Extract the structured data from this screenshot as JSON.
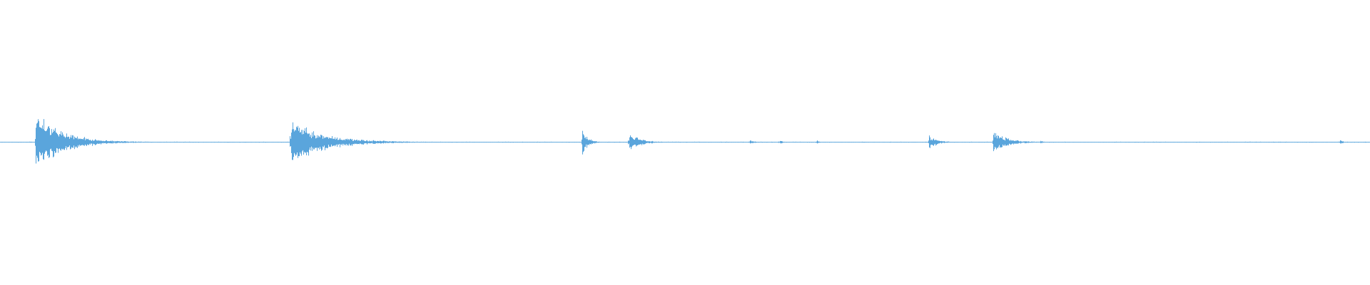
{
  "waveform": {
    "color": "#5aa5dc",
    "background": "#ffffff",
    "peak_scale": 1.0,
    "events": [
      {
        "time": 0.026,
        "peak": 0.82,
        "decay": 0.02
      },
      {
        "time": 0.212,
        "peak": 0.62,
        "decay": 0.025
      },
      {
        "time": 0.425,
        "peak": 0.36,
        "decay": 0.004
      },
      {
        "time": 0.459,
        "peak": 0.28,
        "decay": 0.008
      },
      {
        "time": 0.678,
        "peak": 0.22,
        "decay": 0.006
      },
      {
        "time": 0.725,
        "peak": 0.34,
        "decay": 0.01
      },
      {
        "time": 0.547,
        "peak": 0.08,
        "decay": 0.003
      },
      {
        "time": 0.569,
        "peak": 0.07,
        "decay": 0.002
      },
      {
        "time": 0.596,
        "peak": 0.07,
        "decay": 0.002
      },
      {
        "time": 0.759,
        "peak": 0.06,
        "decay": 0.002
      },
      {
        "time": 0.978,
        "peak": 0.08,
        "decay": 0.002
      }
    ]
  }
}
